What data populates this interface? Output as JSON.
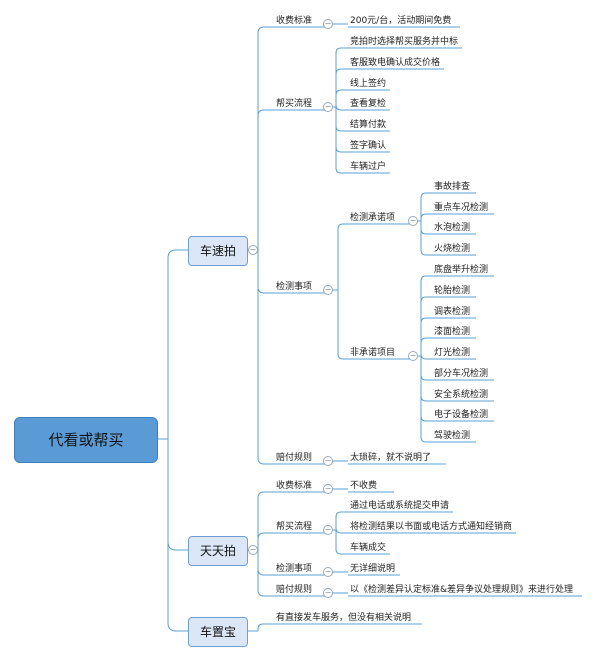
{
  "root": "代看或帮买",
  "branches": {
    "csp": {
      "label": "车速拍",
      "fee_label": "收费标准",
      "fee_value": "200元/台，活动期间免费",
      "flow_label": "帮买流程",
      "flow": [
        "竞拍时选择帮买服务并中标",
        "客服致电确认成交价格",
        "线上签约",
        "查看复检",
        "结算付款",
        "签字确认",
        "车辆过户"
      ],
      "inspect_label": "检测事项",
      "promise_label": "检测承诺项",
      "promise": [
        "事故排查",
        "重点车况检测",
        "水泡检测",
        "火烧检测"
      ],
      "nonpromise_label": "非承诺项目",
      "nonpromise": [
        "底盘举升检测",
        "轮胎检测",
        "调表检测",
        "漆面检测",
        "灯光检测",
        "部分车况检测",
        "安全系统检测",
        "电子设备检测",
        "驾驶检测"
      ],
      "comp_label": "赔付规则",
      "comp_value": "太琐碎，就不说明了"
    },
    "ttp": {
      "label": "天天拍",
      "fee_label": "收费标准",
      "fee_value": "不收费",
      "flow_label": "帮买流程",
      "flow": [
        "通过电话或系统提交申请",
        "将检测结果以书面或电话方式通知经销商",
        "车辆成交"
      ],
      "inspect_label": "检测事项",
      "inspect_value": "无详细说明",
      "comp_label": "赔付规则",
      "comp_value": "以《检测差异认定标准&差异争议处理规则》来进行处理"
    },
    "czb": {
      "label": "车置宝",
      "value": "有直接发车服务，但没有相关说明"
    }
  },
  "toggle_symbol": "−",
  "colors": {
    "line": "#5a9fd4",
    "root_fill": "#5b9bd5",
    "l1_fill": "#dbe7f7",
    "l1_border": "#6d9fd6"
  }
}
